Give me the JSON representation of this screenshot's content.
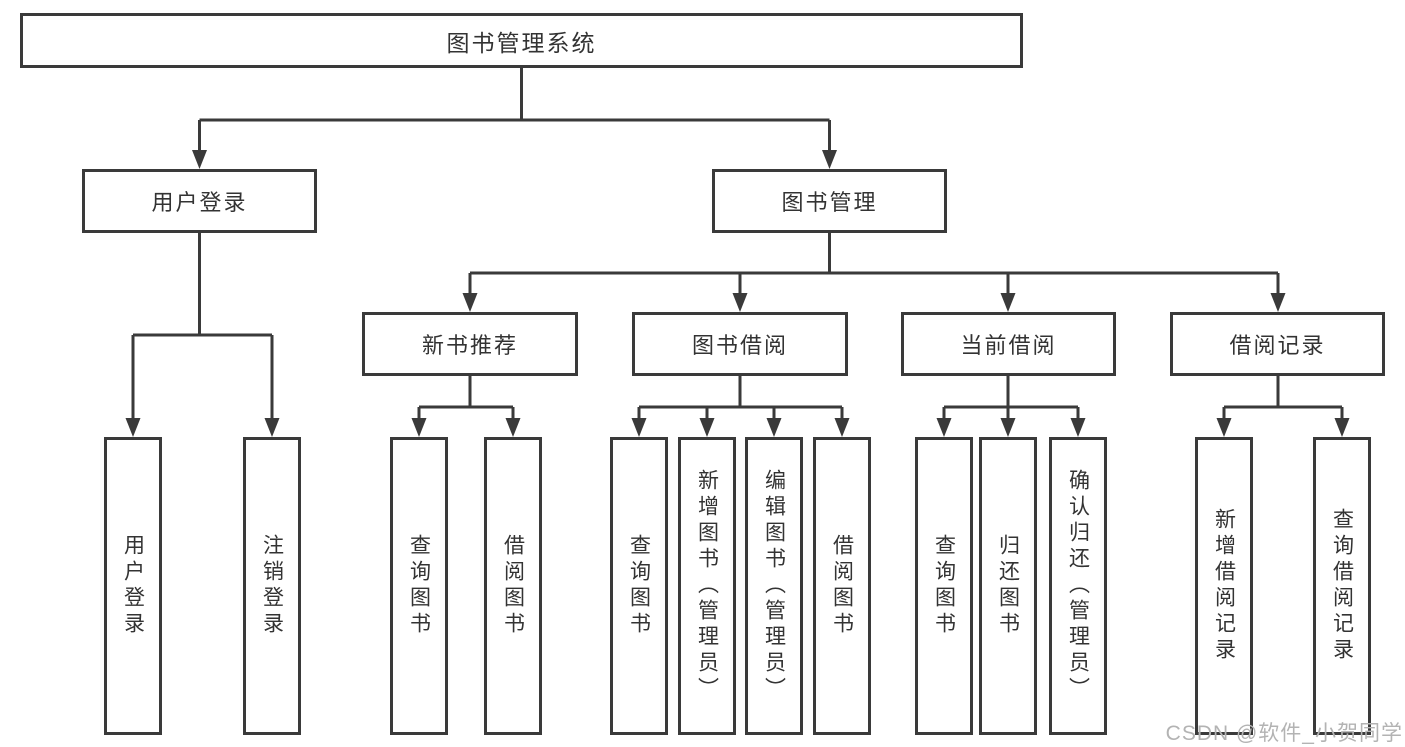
{
  "diagram": {
    "appearance": {
      "line_color": "#3a3a3a",
      "text_color": "#333333",
      "background_color": "#ffffff",
      "watermark_color": "#b3b3b3"
    },
    "tree": {
      "label": "图书管理系统",
      "children": [
        {
          "label": "用户登录",
          "children": [
            {
              "label": "用户登录"
            },
            {
              "label": "注销登录"
            }
          ]
        },
        {
          "label": "图书管理",
          "children": [
            {
              "label": "新书推荐",
              "children": [
                {
                  "label": "查询图书"
                },
                {
                  "label": "借阅图书"
                }
              ]
            },
            {
              "label": "图书借阅",
              "children": [
                {
                  "label": "查询图书"
                },
                {
                  "label": "新增图书（管理员）"
                },
                {
                  "label": "编辑图书（管理员）"
                },
                {
                  "label": "借阅图书"
                }
              ]
            },
            {
              "label": "当前借阅",
              "children": [
                {
                  "label": "查询图书"
                },
                {
                  "label": "归还图书"
                },
                {
                  "label": "确认归还（管理员）"
                }
              ]
            },
            {
              "label": "借阅记录",
              "children": [
                {
                  "label": "新增借阅记录"
                },
                {
                  "label": "查询借阅记录"
                }
              ]
            }
          ]
        }
      ]
    },
    "watermark": {
      "text": "CSDN @软件_小贺同学"
    }
  }
}
